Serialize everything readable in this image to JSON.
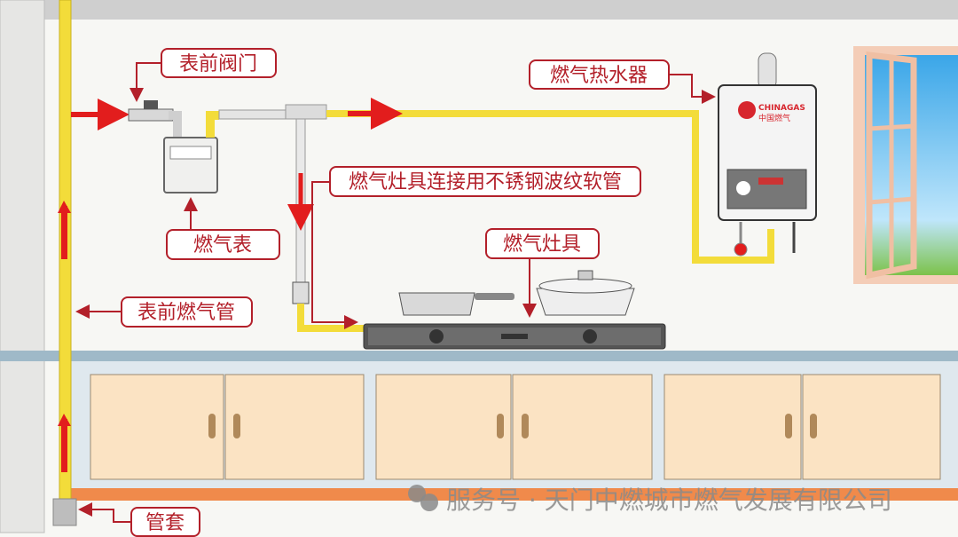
{
  "labels": {
    "meter_valve": "表前阀门",
    "water_heater": "燃气热水器",
    "flex_hose": "燃气灶具连接用不锈钢波纹软管",
    "stove": "燃气灶具",
    "gas_meter": "燃气表",
    "riser_pipe": "表前燃气管",
    "sleeve": "管套"
  },
  "heater_logo": {
    "brand_en": "CHINAGAS",
    "brand_cn": "中国燃气"
  },
  "watermark": "服务号 · 天门中燃城市燃气发展有限公司",
  "colors": {
    "label_red": "#b3202a",
    "gas_pipe": "#f3dc3a",
    "flow_arrow": "#e21d1d",
    "cabinet": "#fbe3c3",
    "counter_strip": "#f08a4b"
  }
}
